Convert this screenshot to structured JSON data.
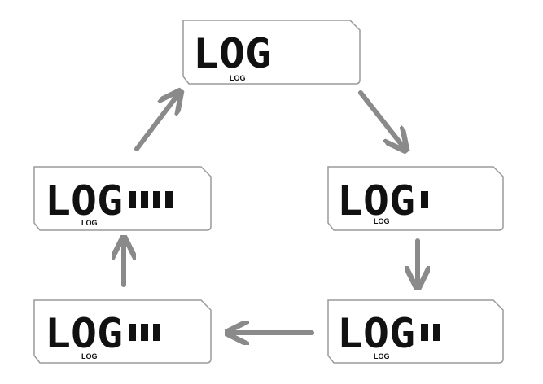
{
  "diagram": {
    "screens": [
      {
        "id": "top",
        "main_text": "LOG",
        "sub_label": "LOG",
        "level_bars": 0
      },
      {
        "id": "right-upper",
        "main_text": "LOG",
        "sub_label": "LOG",
        "level_bars": 1
      },
      {
        "id": "right-lower",
        "main_text": "LOG",
        "sub_label": "LOG",
        "level_bars": 2
      },
      {
        "id": "left-lower",
        "main_text": "LOG",
        "sub_label": "LOG",
        "level_bars": 3
      },
      {
        "id": "left-upper",
        "main_text": "LOG",
        "sub_label": "LOG",
        "level_bars": 4
      }
    ],
    "cycle_order": [
      "top",
      "right-upper",
      "right-lower",
      "left-lower",
      "left-upper",
      "top"
    ],
    "colors": {
      "arrow": "#8a8a8a",
      "screen_border": "#9a9a9a",
      "lcd_text": "#111111"
    }
  }
}
